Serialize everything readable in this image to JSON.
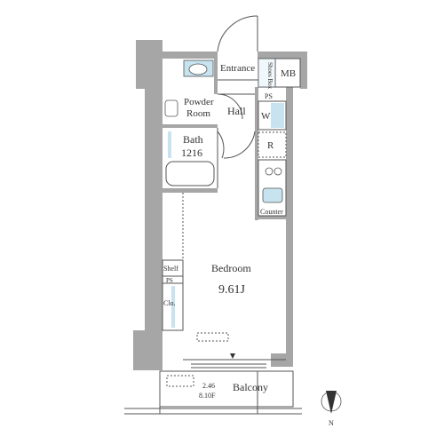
{
  "rooms": {
    "entrance": "Entrance",
    "shoes_box": "Shoes Box",
    "mb": "MB",
    "ps_top": "PS",
    "powder_room_line1": "Powder",
    "powder_room_line2": "Room",
    "hall": "Hall",
    "w": "W",
    "bath": "Bath",
    "bath_size": "1216",
    "r": "R",
    "counter": "Counter",
    "bedroom": "Bedroom",
    "bedroom_size": "9.61J",
    "shelf": "Shelf",
    "ps_side": "PS",
    "clo": "Clo.",
    "balcony": "Balcony",
    "balcony_area_line1": "2.46",
    "balcony_area_line2": "8.10F"
  },
  "compass": {
    "north": "N"
  },
  "colors": {
    "wall": "#a6a6a6",
    "wall_dark": "#8a8a8a",
    "fixture_blue": "#c6e3ef",
    "line": "#555555",
    "text": "#333333"
  }
}
